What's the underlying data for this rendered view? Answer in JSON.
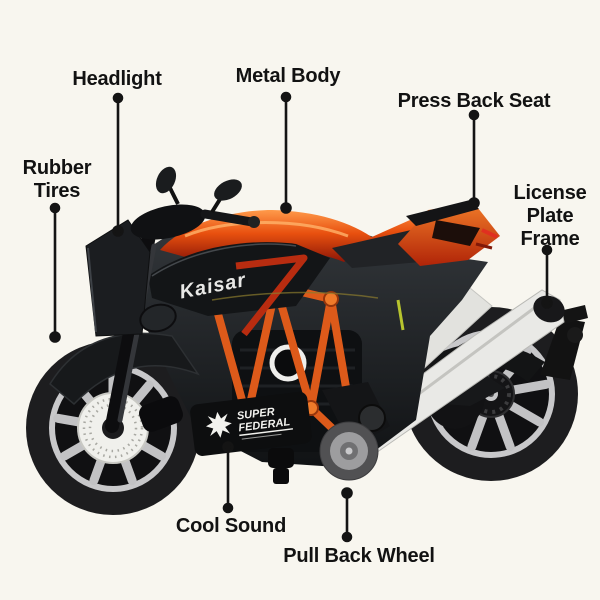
{
  "page": {
    "background_color": "#f8f6ef",
    "description": "Annotated product diagram of a black and orange pull-back toy motorcycle"
  },
  "annotations": {
    "text_color": "#121212",
    "labels": [
      {
        "id": "headlight",
        "text": "Headlight"
      },
      {
        "id": "metal-body",
        "text": "Metal Body"
      },
      {
        "id": "press-back-seat",
        "text": "Press Back Seat"
      },
      {
        "id": "rubber-tires",
        "text": "Rubber Tires"
      },
      {
        "id": "license-plate-frame",
        "text": "License Plate Frame"
      },
      {
        "id": "cool-sound",
        "text": "Cool Sound"
      },
      {
        "id": "pull-back-wheel",
        "text": "Pull Back Wheel"
      }
    ]
  },
  "product": {
    "brand_text": "Kaisar",
    "sticker": {
      "line1": "SUPER",
      "line2": "FEDERAL"
    },
    "colors": {
      "accent_orange": "#dd5a1a",
      "tank_red": "#c22a0d",
      "body_black": "#16181a",
      "rim_silver": "#c6c6c8",
      "exhaust_silver": "#e9e9e6",
      "brake_disc_white": "#f0f0ec"
    }
  }
}
